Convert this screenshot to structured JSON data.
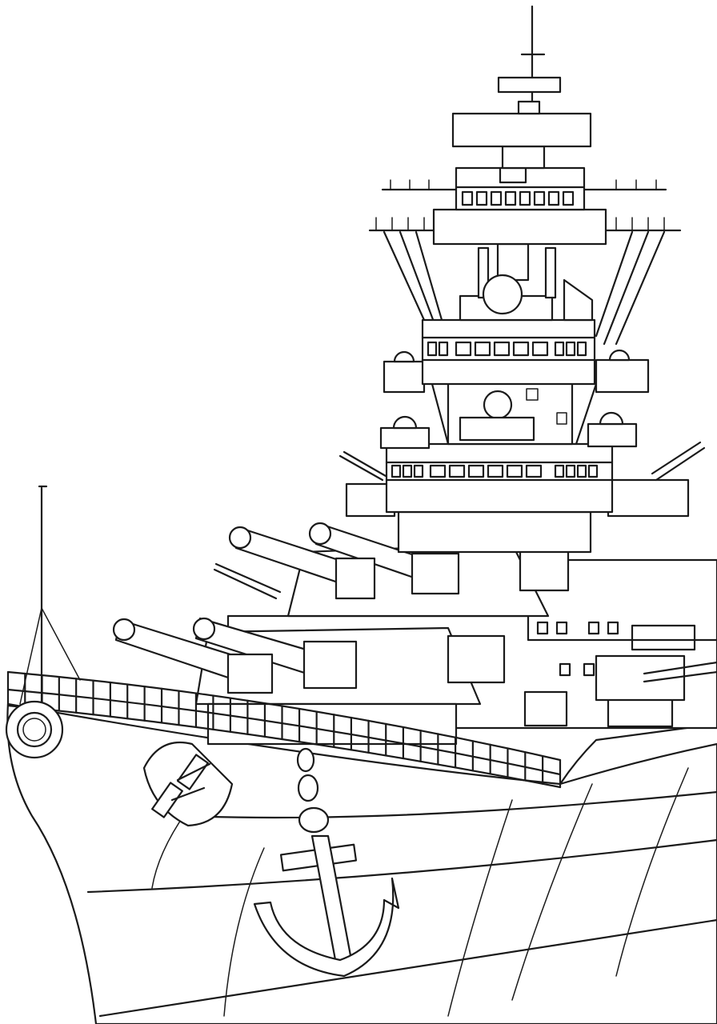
{
  "artwork": {
    "style": "line-art coloring page",
    "subject_elements": [
      "mast",
      "radar",
      "fire-control-tower",
      "bridge",
      "gun-turret",
      "railing",
      "hull",
      "anchor",
      "hawse-pipe",
      "flagpole",
      "life-ring"
    ],
    "colors": {
      "line": "#1a1a1a",
      "background": "#ffffff"
    }
  }
}
